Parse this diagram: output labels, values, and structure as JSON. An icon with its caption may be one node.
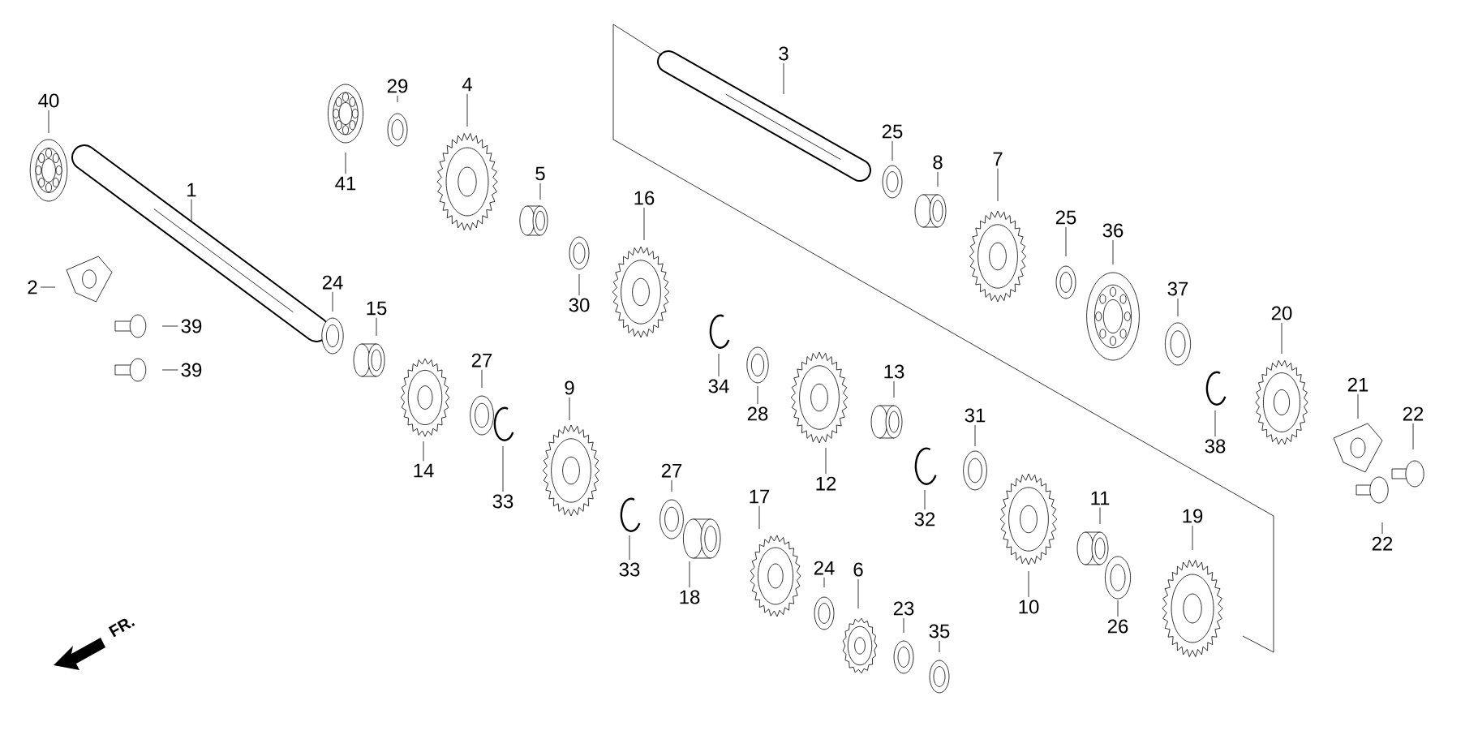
{
  "diagram": {
    "nodes": [
      {
        "text": [
          "40"
        ]
      },
      {
        "text": [
          "1"
        ]
      },
      {
        "text": [
          "2"
        ]
      },
      {
        "text": [
          "39"
        ]
      },
      {
        "text": [
          "39"
        ]
      },
      {
        "text": [
          "41"
        ]
      },
      {
        "text": [
          "29"
        ]
      },
      {
        "text": [
          "4"
        ]
      },
      {
        "text": [
          "5"
        ]
      },
      {
        "text": [
          "30"
        ]
      },
      {
        "text": [
          "24"
        ]
      },
      {
        "text": [
          "15"
        ]
      },
      {
        "text": [
          "16"
        ]
      },
      {
        "text": [
          "3"
        ]
      },
      {
        "text": [
          "25"
        ]
      },
      {
        "text": [
          "8"
        ]
      },
      {
        "text": [
          "7"
        ]
      },
      {
        "text": [
          "25"
        ]
      },
      {
        "text": [
          "36"
        ]
      },
      {
        "text": [
          "37"
        ]
      },
      {
        "text": [
          "20"
        ]
      },
      {
        "text": [
          "34"
        ]
      },
      {
        "text": [
          "28"
        ]
      },
      {
        "text": [
          "13"
        ]
      },
      {
        "text": [
          "12"
        ]
      },
      {
        "text": [
          "31"
        ]
      },
      {
        "text": [
          "32"
        ]
      },
      {
        "text": [
          "38"
        ]
      },
      {
        "text": [
          "21"
        ]
      },
      {
        "text": [
          "22"
        ]
      },
      {
        "text": [
          "22"
        ]
      },
      {
        "text": [
          "27"
        ]
      },
      {
        "text": [
          "14"
        ]
      },
      {
        "text": [
          "33"
        ]
      },
      {
        "text": [
          "9"
        ]
      },
      {
        "text": [
          "27"
        ]
      },
      {
        "text": [
          "33"
        ]
      },
      {
        "text": [
          "18"
        ]
      },
      {
        "text": [
          "17"
        ]
      },
      {
        "text": [
          "24"
        ]
      },
      {
        "text": [
          "6"
        ]
      },
      {
        "text": [
          "23"
        ]
      },
      {
        "text": [
          "35"
        ]
      },
      {
        "text": [
          "10"
        ]
      },
      {
        "text": [
          "11"
        ]
      },
      {
        "text": [
          "26"
        ]
      },
      {
        "text": [
          "19"
        ]
      }
    ],
    "edges": [
      {
        "from": 0,
        "to": null,
        "arrow": "none"
      },
      {
        "from": 1,
        "to": null,
        "arrow": "none"
      },
      {
        "from": 2,
        "to": null,
        "arrow": "none"
      },
      {
        "from": 3,
        "to": null,
        "arrow": "none"
      },
      {
        "from": 4,
        "to": null,
        "arrow": "none"
      },
      {
        "from": 5,
        "to": null,
        "arrow": "none"
      },
      {
        "from": 6,
        "to": null,
        "arrow": "none"
      },
      {
        "from": 7,
        "to": null,
        "arrow": "none"
      },
      {
        "from": 8,
        "to": null,
        "arrow": "none"
      },
      {
        "from": 9,
        "to": null,
        "arrow": "none"
      },
      {
        "from": 10,
        "to": null,
        "arrow": "none"
      },
      {
        "from": 11,
        "to": null,
        "arrow": "none"
      },
      {
        "from": 12,
        "to": null,
        "arrow": "none"
      },
      {
        "from": 13,
        "to": null,
        "arrow": "none"
      },
      {
        "from": 14,
        "to": null,
        "arrow": "none"
      },
      {
        "from": 15,
        "to": null,
        "arrow": "none"
      },
      {
        "from": 16,
        "to": null,
        "arrow": "none"
      },
      {
        "from": 17,
        "to": null,
        "arrow": "none"
      },
      {
        "from": 18,
        "to": null,
        "arrow": "none"
      },
      {
        "from": 19,
        "to": null,
        "arrow": "none"
      },
      {
        "from": 20,
        "to": null,
        "arrow": "none"
      },
      {
        "from": 21,
        "to": null,
        "arrow": "none"
      },
      {
        "from": 22,
        "to": null,
        "arrow": "none"
      },
      {
        "from": 23,
        "to": null,
        "arrow": "none"
      },
      {
        "from": 24,
        "to": null,
        "arrow": "none"
      },
      {
        "from": 25,
        "to": null,
        "arrow": "none"
      },
      {
        "from": 26,
        "to": null,
        "arrow": "none"
      },
      {
        "from": 27,
        "to": null,
        "arrow": "none"
      },
      {
        "from": 28,
        "to": null,
        "arrow": "none"
      },
      {
        "from": 29,
        "to": null,
        "arrow": "none"
      },
      {
        "from": 30,
        "to": null,
        "arrow": "none"
      },
      {
        "from": 31,
        "to": null,
        "arrow": "none"
      },
      {
        "from": 32,
        "to": null,
        "arrow": "none"
      },
      {
        "from": 33,
        "to": null,
        "arrow": "none"
      },
      {
        "from": 34,
        "to": null,
        "arrow": "none"
      },
      {
        "from": 35,
        "to": null,
        "arrow": "none"
      },
      {
        "from": 36,
        "to": null,
        "arrow": "none"
      },
      {
        "from": 37,
        "to": null,
        "arrow": "none"
      },
      {
        "from": 38,
        "to": null,
        "arrow": "none"
      },
      {
        "from": 39,
        "to": null,
        "arrow": "none"
      },
      {
        "from": 40,
        "to": null,
        "arrow": "none"
      },
      {
        "from": 41,
        "to": null,
        "arrow": "none"
      },
      {
        "from": 42,
        "to": null,
        "arrow": "none"
      },
      {
        "from": 43,
        "to": null,
        "arrow": "none"
      },
      {
        "from": 44,
        "to": null,
        "arrow": "none"
      },
      {
        "from": 45,
        "to": null,
        "arrow": "none"
      },
      {
        "from": 46,
        "to": null,
        "arrow": "none"
      }
    ],
    "labels": [
      "FR."
    ]
  }
}
